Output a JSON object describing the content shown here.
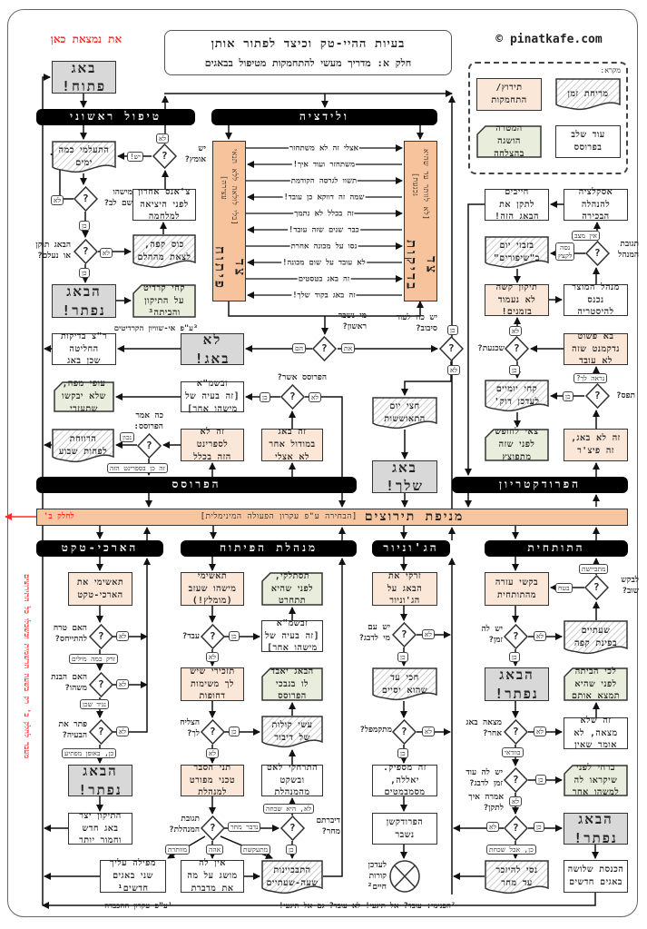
{
  "header": {
    "title": "בעיות ההיי-טק וכיצד לפתור אותן",
    "subtitle": "חלק א: מדריך מעשי להתחמקות מטיפול בבאגים",
    "you_are_here": "את נמצאת כאן",
    "site": "© pinatkafe.com"
  },
  "legend": {
    "title": "מקרא:",
    "time_waste": "מריחת זמן",
    "excuse": "תירוץ/\nהתחמקות",
    "process_step": "עוד שלב\nבפרוסס",
    "goal": "המטרה\nהושגה\nבהצלחה"
  },
  "colors": {
    "excuse": "#fbe7d8",
    "goal": "#e8eedb",
    "terminal": "#d8d8d8",
    "manifa": "#f7c6a0",
    "section_bar": "#000000",
    "red_note": "#ff2a2a"
  },
  "symbols": {
    "decision": "?"
  },
  "nodes": {
    "open_bug": "באג\nפתוח!",
    "bar_initial": "טיפול ראשוני",
    "bar_validation": "ולידציה",
    "ignore_days": "התעלמי כמה\nימים",
    "last_chance": "צ'אנס אחרון\nלפני היציאה\nלמלחמה",
    "coffee": "כוס קפה,\nלצאת מההלם",
    "solved1": "הבאג\nנפתר!",
    "credit": "קחי קרדיט\nעל התיקון\nוהביתה³",
    "not_bug": "לא\nבאג!",
    "qa_decided": "ר\"צ בדיקות\nהחליטה\nשכן באג",
    "fly_away": "עופי מפה,\nשלא יבקשו\nשתעזרי",
    "sep1": "זבשמ\"א\n[זה בעיה של\nמישהו אחר]",
    "half_day": "חצי יום\nהתאוששות",
    "not_sprint": "זה לא\nלספרינט\nהזה בכלל",
    "other_module": "זה באג\nבמודול אחר\nלא אצלי",
    "week_earned": "הרווחת\nלפחות שבוע",
    "your_bug": "באג\nשלך!",
    "bar_process": "הפרוסס",
    "bar_production": "הפרודקטריון",
    "must_fix": "חייבים\nלתקן את\nהבאג הזה!",
    "escalation": "אסקלציה\nלהנהלה\nהבכירה",
    "waste_day": "בזבזי יום\nב\"שיפורים\"",
    "hard_fix": "תיקון קשה\nלא נעמוד\nבזמנים!",
    "pm_hysteria": "מנהל המוצר\nנכנס\nלהיסטריה",
    "just_doc": "בא פשוט\nנדקמנט שזה\nלא עובד",
    "two_days": "קחי יומיים\nלעדכן דוק'",
    "vacation": "צאי לחופש\nלפני שזה\nמתפוצץ",
    "feature": "זה לא באג,\nזה פיצ'ר",
    "bar_architect": "הארכי-טקט",
    "bar_devmgr": "מנהלת הפיתוח",
    "bar_junior": "הג'וניור",
    "bar_senior": "התותחית",
    "blame_architect": "תאשימי את\nהארכי-טקט",
    "architect_solved": "הבאג\nנפתר!",
    "architect_newbug": "התיקון יצר\nבאג חדש\nוחמור יותר",
    "blame_left": "תאשימי\nמישהו שעזב\n(מומלץ!)",
    "get_away": "תסתלקי,\nלפני שהיא\nתתחרט",
    "sep2": "זבשמ\"א\n[זה בעיה של\nמישהו אחר]",
    "remind_urgent": "תזכירי שיש\nלך משימות\nדחופות",
    "lost_in_process": "הבאג יאבד\nלו בנבכי\nהפרוסס",
    "talk_noises": "עשי קולות\nשל דיבור",
    "tech_explain": "תני הסבר\nטכני מפורט\nלמנהלת",
    "back_away": "התרחקי לאט\nובשקט\nמהמנהלת",
    "two_new_bugs": "מפילה עליך\nשני באגים\nחדשים¹",
    "no_clue": "אין לה\nמושג על מה\nאת מדברת",
    "whining": "התבכיינות\nשעה-שעתיים",
    "throw_junior": "זרקי את\nהבאג על\nהג'וניור",
    "wait_finish": "חכי עד\nשהוא יסיים",
    "good_enough": "זה מספיק.\nיאללה,\nמסמבמטים",
    "prod_broken": "הפרודקשן\nנשבר",
    "ask_senior": "בקשי עזרה\nמהתותחית",
    "coffee_two": "שעתיים\nבפינת קפה",
    "senior_solved": "הבאג\nנפתר!",
    "go_home": "לכי הביתה\nלפני שהיא\nתמצא אותם",
    "not_found": "זה שלא\nמצאה, לא\nאומר שאין",
    "run_away": "ברחי לפני\nשיקראו לה\nלמשהו אחר",
    "senior_solved2": "הבאג\nנפתר!",
    "three_new_bugs": "הכנסת שלושה\nבאגים חדשים",
    "try_remember": "נסי להיזכר\nעד מחר"
  },
  "columns": {
    "dev_side": {
      "title": "צד פיתוח",
      "note": "[בלי לולאה ללא תנאי עצירה]"
    },
    "test_side": {
      "title": "צד בדיקות",
      "note": "[לא לוותר עד שהיא נכנעת]"
    }
  },
  "validation_exchange": [
    "אצלי זה לא משתחזר",
    "משתחזר ועוד איך!",
    "תשוו לגרסה הקודמת",
    "שמה זה דווקא כן עובד!",
    "זה בכלל לא נתמך",
    "כבר שנים שזה עובד!",
    "נסו על מכונה אחרת",
    "לא עובד על שום מכונה!",
    "זה באג בטסטים",
    "זה באג בקוד שלך!"
  ],
  "manifa": {
    "title": "מניפת תירוצים",
    "subtitle": "[הבחירה ע\"פ עקרון הפעולה המינימלית]",
    "to_part_b": "לחלק ב'"
  },
  "questions": {
    "q_courage": "יש\nאומץ?",
    "q_noticed": "מישהו\nשם לב?",
    "q_fixed": "הבאג תוקן\nאו נעלם?",
    "q_who_broke": "מי נשבר\nראשון?",
    "q_strength": "יש כח לעוד\nסיבוב?",
    "q_process_approved": "הפרוסס אשר?",
    "q_process_said": "כה אמר\nהפרוסס:",
    "q_pm_response": "תגובת\nהמנהל",
    "q_convinced": "שכנעת?",
    "q_caught": "תפס?",
    "q_arch1": "האם טרח\nלהתייחס?",
    "q_arch2": "האם הבנת\nמשהו?",
    "q_arch3": "פתר את\nהבעיה?",
    "q_worked": "עבד?",
    "q_succeeded": "הצליח\nלך?",
    "q_mgr_response": "תגובת\nהמנהלת?",
    "q_talked": "דיברתם\nמחר?",
    "q_debug_partner": "יש עם\nמי לדבג?",
    "q_compiles": "מתקמפל?",
    "q_ask_again": "לבקש\nשוב?",
    "q_has_time": "יש לה\nזמן?",
    "q_found_other": "מצאה באג\nאחר?",
    "q_more_time": "יש לה עוד\nזמן לדבג?",
    "q_told_how": "אמרה איך\nלתקן?"
  },
  "tags": {
    "no": "לא",
    "yes": "כן",
    "yes_excl": "יש!",
    "they": "הם",
    "you": "את",
    "true": "נכון",
    "sprint_yes": "זה כן בספרינט הזה",
    "no_way": "אין מצב",
    "try_cut": "נסה\nלקצץ",
    "seems": "נראה לך?",
    "few_words": "זרק כמה מילים",
    "pretend": "נגיד שכן",
    "surprisingly": "כן, באופן מפתיע",
    "she_forgot": "לא, היא שכחה",
    "tomorrow": "נדבר מחר",
    "gives_up": "מוותרת",
    "aha": "אהה",
    "insists": "מתעקשת",
    "ashamed": "מתביישת",
    "sure": "בטח",
    "certainly": "בוודאי",
    "yes_but_forgot": "כן, אבל שכחת"
  },
  "update_cv": "לעדכן\nקורות\nחיים²",
  "footnotes": {
    "credits": "³ע\"פ אי-שוויון הקרדיטים",
    "burden": "¹ע\"פ עקרון ההכבדה",
    "internal": "²הפנימי: עובד? אל תיגעי! לא עובד? גם אל תיגעי!"
  },
  "side_note": "מעבר לחלק ב' רק בשעה הרשמית וכשכלו כל התירוצים"
}
